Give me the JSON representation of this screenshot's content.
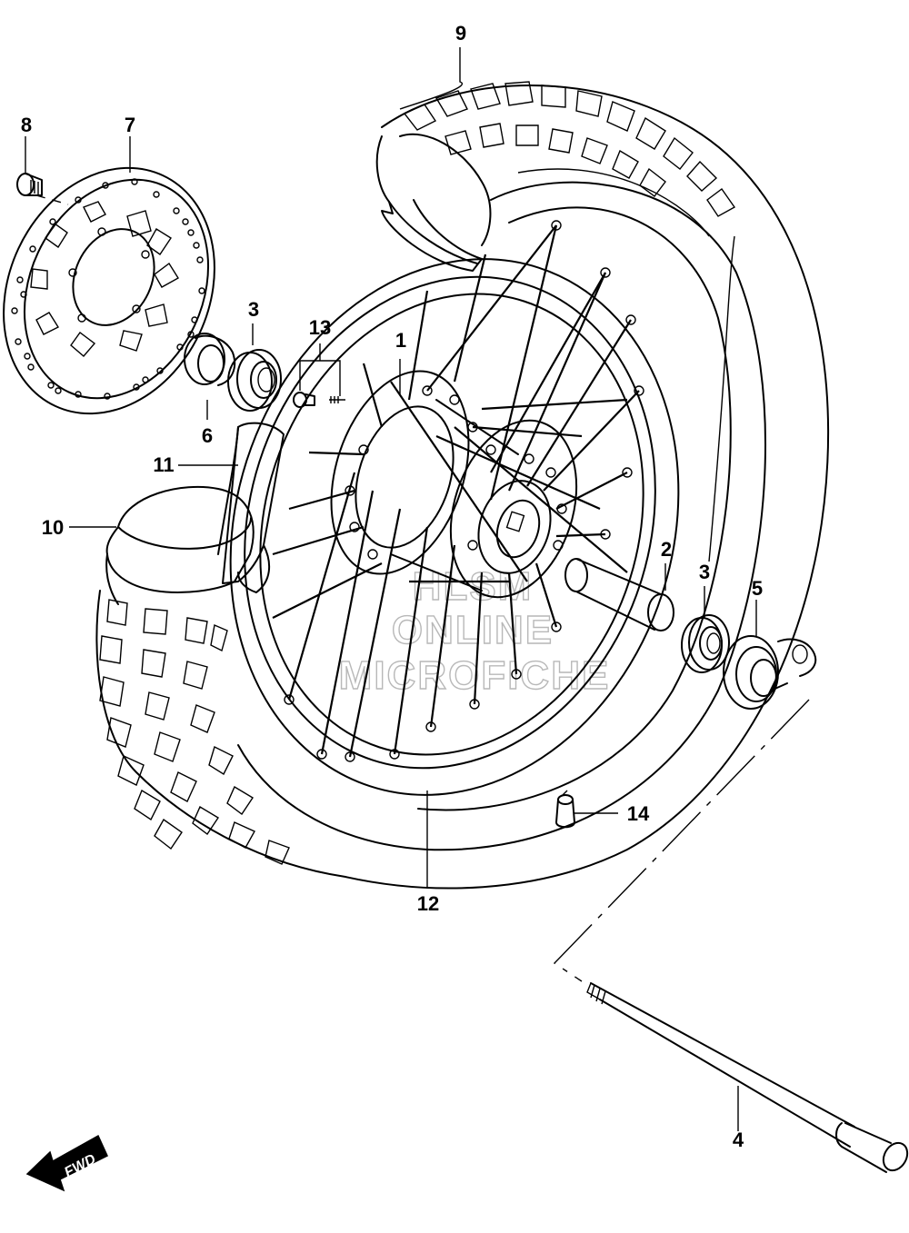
{
  "callouts": [
    {
      "id": "1",
      "label": "1"
    },
    {
      "id": "2",
      "label": "2"
    },
    {
      "id": "3a",
      "label": "3"
    },
    {
      "id": "3b",
      "label": "3"
    },
    {
      "id": "4",
      "label": "4"
    },
    {
      "id": "5",
      "label": "5"
    },
    {
      "id": "6",
      "label": "6"
    },
    {
      "id": "7",
      "label": "7"
    },
    {
      "id": "8",
      "label": "8"
    },
    {
      "id": "9",
      "label": "9"
    },
    {
      "id": "10",
      "label": "10"
    },
    {
      "id": "11",
      "label": "11"
    },
    {
      "id": "12",
      "label": "12"
    },
    {
      "id": "13",
      "label": "13"
    },
    {
      "id": "14",
      "label": "14"
    }
  ],
  "watermark": {
    "line1": "HLSM",
    "line2": "ONLINE",
    "line3": "MICROFICHE"
  },
  "fwd_badge": {
    "label": "FWD"
  }
}
